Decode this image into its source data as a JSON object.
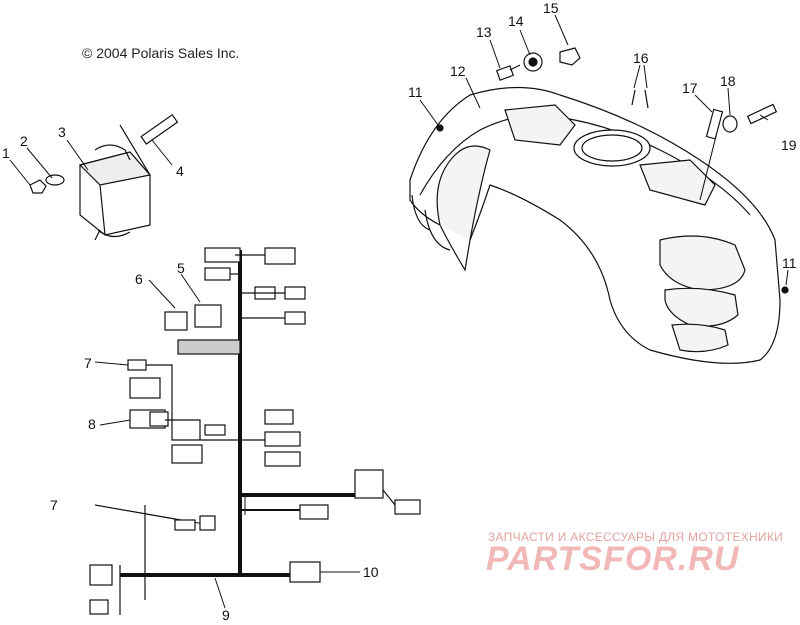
{
  "copyright": "© 2004 Polaris Sales Inc.",
  "watermark": {
    "line1": "ЗАПЧАСТИ И АКСЕССУАРЫ ДЛЯ МОТОТЕХНИКИ",
    "line2": "PARTSFOR.RU"
  },
  "callouts": {
    "c1": "1",
    "c2": "2",
    "c3": "3",
    "c4": "4",
    "c5": "5",
    "c6": "6",
    "c7a": "7",
    "c7b": "7",
    "c8": "8",
    "c9": "9",
    "c10": "10",
    "c11a": "11",
    "c11b": "11",
    "c12": "12",
    "c13": "13",
    "c14": "14",
    "c15": "15",
    "c16": "16",
    "c17": "17",
    "c18": "18",
    "c19": "19"
  }
}
